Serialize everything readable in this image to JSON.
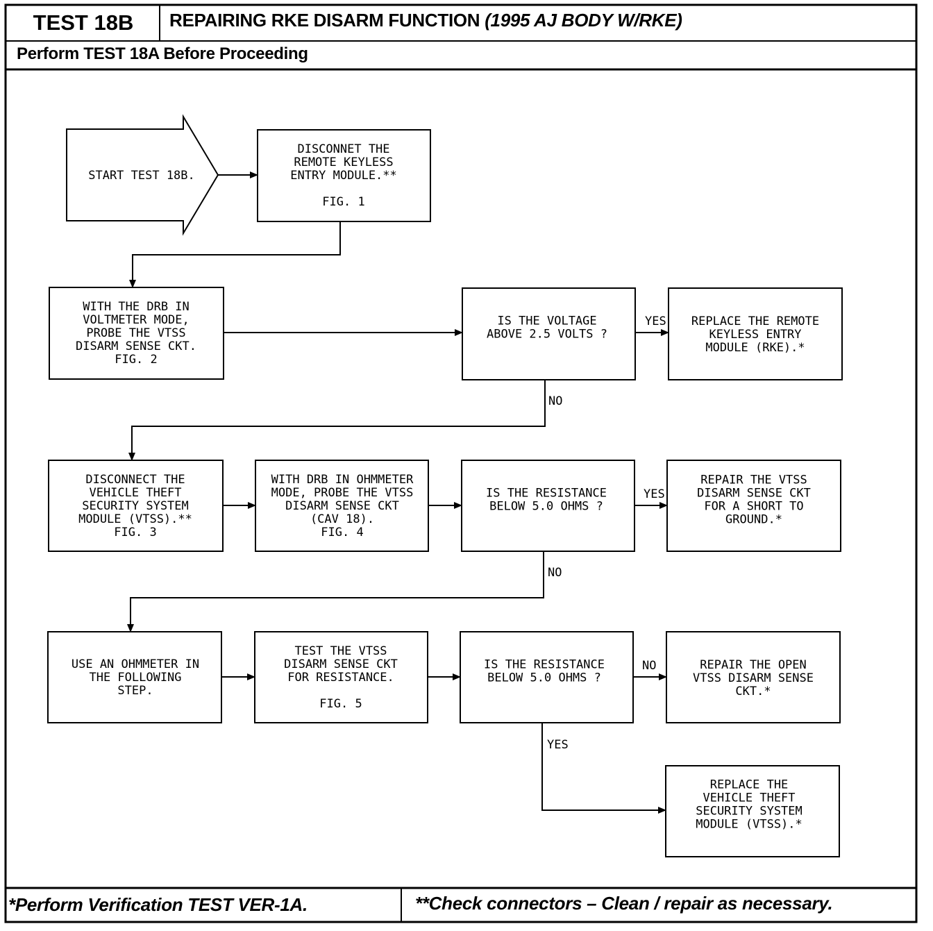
{
  "header": {
    "test_id": "TEST 18B",
    "title": "REPAIRING RKE DISARM FUNCTION",
    "title_qualifier": "(1995 AJ BODY W/RKE)",
    "prerequisite": "Perform TEST 18A Before Proceeding"
  },
  "footer": {
    "note_single_star": "*Perform Verification TEST VER-1A.",
    "note_double_star": "**Check connectors – Clean / repair as necessary."
  },
  "flowchart": {
    "start": {
      "lines": [
        "START TEST 18B."
      ]
    },
    "disconnect_rke": {
      "lines": [
        "DISCONNET THE",
        "REMOTE KEYLESS",
        "ENTRY MODULE.**",
        "",
        "FIG. 1"
      ]
    },
    "probe_voltage": {
      "lines": [
        "WITH THE DRB IN",
        "VOLTMETER MODE,",
        "PROBE THE VTSS",
        "DISARM SENSE CKT.",
        "FIG. 2"
      ]
    },
    "voltage_question": {
      "lines": [
        "IS THE VOLTAGE",
        "ABOVE 2.5 VOLTS ?"
      ]
    },
    "replace_rke": {
      "lines": [
        "REPLACE THE REMOTE",
        "KEYLESS ENTRY",
        "MODULE (RKE).*"
      ]
    },
    "disconnect_vtss": {
      "lines": [
        "DISCONNECT THE",
        "VEHICLE THEFT",
        "SECURITY SYSTEM",
        "MODULE (VTSS).**",
        "FIG. 3"
      ]
    },
    "probe_resistance": {
      "lines": [
        "WITH DRB IN OHMMETER",
        "MODE, PROBE THE VTSS",
        "DISARM SENSE CKT",
        "(CAV 18).",
        "FIG. 4"
      ]
    },
    "resistance_question_1": {
      "lines": [
        "IS THE RESISTANCE",
        "BELOW 5.0 OHMS ?"
      ]
    },
    "repair_short": {
      "lines": [
        "REPAIR THE VTSS",
        "DISARM SENSE CKT",
        "FOR A SHORT TO",
        "GROUND.*"
      ]
    },
    "use_ohmmeter": {
      "lines": [
        "USE AN OHMMETER IN",
        "THE FOLLOWING",
        "STEP."
      ]
    },
    "test_resistance": {
      "lines": [
        "TEST THE VTSS",
        "DISARM SENSE CKT",
        "FOR RESISTANCE.",
        "",
        "FIG. 5"
      ]
    },
    "resistance_question_2": {
      "lines": [
        "IS THE RESISTANCE",
        "BELOW 5.0 OHMS ?"
      ]
    },
    "repair_open": {
      "lines": [
        "REPAIR THE OPEN",
        "VTSS DISARM SENSE",
        "CKT.*"
      ]
    },
    "replace_vtss": {
      "lines": [
        "REPLACE THE",
        "VEHICLE THEFT",
        "SECURITY SYSTEM",
        "MODULE (VTSS).*"
      ]
    },
    "edge_labels": {
      "voltage_yes": "YES",
      "voltage_no": "NO",
      "resistance1_yes": "YES",
      "resistance1_no": "NO",
      "resistance2_no": "NO",
      "resistance2_yes": "YES"
    }
  }
}
